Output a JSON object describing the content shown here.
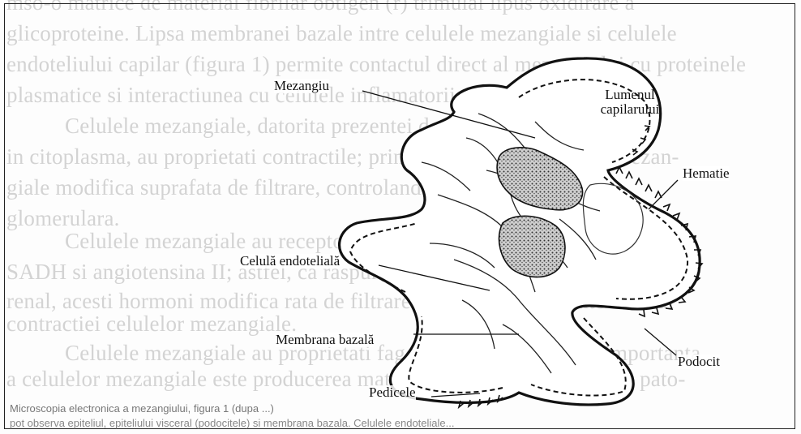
{
  "background_text": [
    "mso-o matrice de material fibrilar obtigen (r) trimulal lipus oxidirare a",
    "glicoproteine. Lipsa membranei bazale intre celulele mezangiale si celulele",
    "endoteliului capilar (figura 1) permite contactul direct al mezangiului cu proteinele",
    "plasmatice si interactiunea cu celulele inflamatorii.",
    "Celulele mezangiale, datorita prezentei de filamente contractile",
    "in citoplasma, au proprietati contractile; prin contractia lor, celulele mezan-",
    "giale modifica suprafata de filtrare, controland rata de filtrare",
    "glomerulara.",
    "Celulele mezangiale au receptori pentru angiotensina II si pentru",
    "SADH si angiotensina II; astfel, ca raspuns la stimularea sistemului simpatic",
    "renal, acesti hormoni modifica rata de filtrare glomerulara prin intermediul",
    "contractiei celulelor mezangiale.",
    "Celulele mezangiale au proprietati fagocitare. O alta functie importanta",
    "a celulelor mezangiale este producerea matricei mezangiale in conditii pato-"
  ],
  "labels": {
    "mezangiu": "Mezangiu",
    "lumen": "Lumenul\ncapilarului",
    "hematie": "Hematie",
    "endoteliala": "Celulă endotelială",
    "membrana": "Membrana bazală",
    "podocit": "Podocit",
    "pedicele": "Pedicele"
  },
  "caption": {
    "line1": "Microscopia electronica a mezangiului, figura 1 (dupa ...)",
    "line2": "pot observa epiteliul, epiteliului visceral (podocitele) si membrana bazala. Celulele endoteliale..."
  },
  "colors": {
    "outline": "#111111",
    "nucleus": "#6f6f6f",
    "background_text": "#d3d3d3"
  }
}
